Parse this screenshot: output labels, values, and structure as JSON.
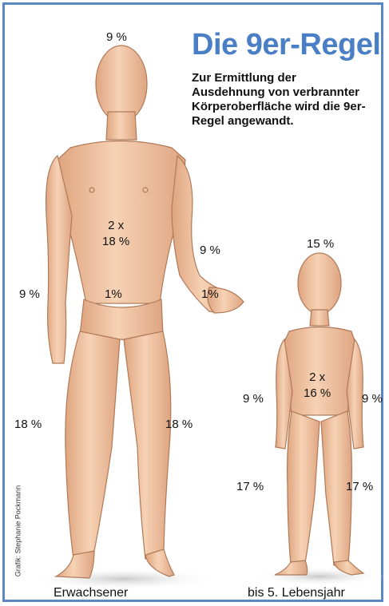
{
  "title": "Die 9er-Regel",
  "subtitle": "Zur Ermittlung der Ausdehnung von verbrannter Körperoberfläche wird die 9er-Regel angewandt.",
  "adult": {
    "caption": "Erwachsener",
    "head": "9 %",
    "trunk_line1": "2 x",
    "trunk_line2": "18 %",
    "genital": "1%",
    "left_arm": "9 %",
    "right_arm": "9 %",
    "hand": "1%",
    "left_leg": "18 %",
    "right_leg": "18 %"
  },
  "child": {
    "caption": "bis 5. Lebensjahr",
    "head": "15 %",
    "trunk_line1": "2 x",
    "trunk_line2": "16 %",
    "left_arm": "9 %",
    "right_arm": "9 %",
    "left_leg": "17 %",
    "right_leg": "17 %"
  },
  "credit": "Grafik: Stephanie Pockmann",
  "colors": {
    "frame": "#5b86c4",
    "title": "#4a7fc6",
    "skin": "#f2c7a4",
    "skin_shade": "#dca07c"
  }
}
